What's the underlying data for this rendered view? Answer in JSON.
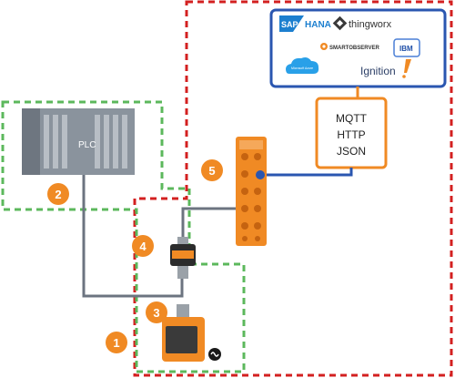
{
  "cloud_services": {
    "sap_hana": "SAP HANA",
    "sap_logo": "SAP",
    "hana_text": "HANA",
    "thingworx": "thingworx",
    "smartobserver": "SMARTOBSERVER",
    "ibm": "IBM",
    "microsoft_azure": "Microsoft Azure",
    "ignition": "Ignition"
  },
  "protocols": {
    "line1": "MQTT",
    "line2": "HTTP",
    "line3": "JSON"
  },
  "plc": {
    "label": "PLC"
  },
  "badges": {
    "b1": "1",
    "b2": "2",
    "b3": "3",
    "b4": "4",
    "b5": "5"
  },
  "colors": {
    "red_dashed": "#d32020",
    "green_dashed": "#5cb85c",
    "orange": "#f08a24",
    "cloud_border": "#2a56b0",
    "cable": "#6c7480"
  }
}
